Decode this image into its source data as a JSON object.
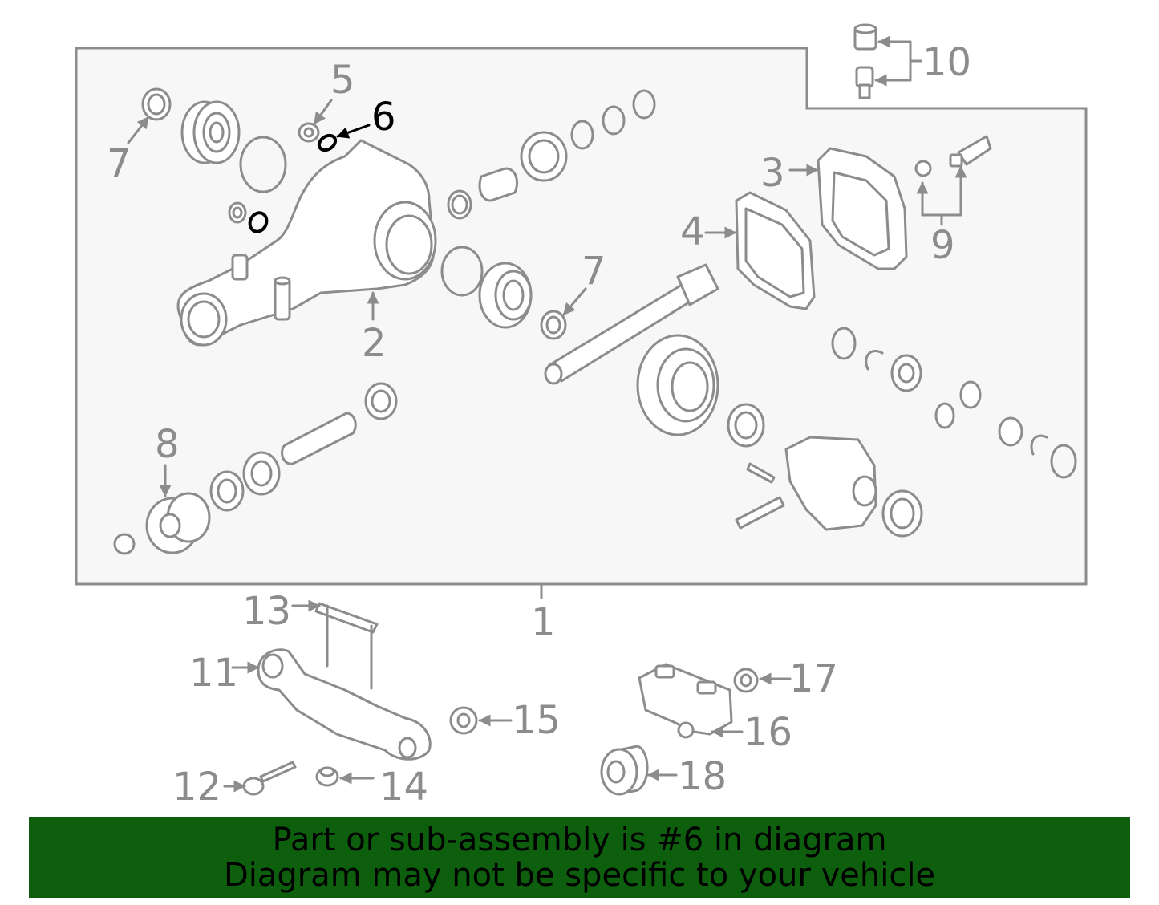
{
  "diagram": {
    "callouts": [
      {
        "id": "1",
        "label": "1"
      },
      {
        "id": "2",
        "label": "2"
      },
      {
        "id": "3",
        "label": "3"
      },
      {
        "id": "4",
        "label": "4"
      },
      {
        "id": "5",
        "label": "5"
      },
      {
        "id": "6",
        "label": "6",
        "highlighted": true
      },
      {
        "id": "7a",
        "label": "7"
      },
      {
        "id": "7b",
        "label": "7"
      },
      {
        "id": "8",
        "label": "8"
      },
      {
        "id": "9",
        "label": "9"
      },
      {
        "id": "10",
        "label": "10"
      },
      {
        "id": "11",
        "label": "11"
      },
      {
        "id": "12",
        "label": "12"
      },
      {
        "id": "13",
        "label": "13"
      },
      {
        "id": "14",
        "label": "14"
      },
      {
        "id": "15",
        "label": "15"
      },
      {
        "id": "16",
        "label": "16"
      },
      {
        "id": "17",
        "label": "17"
      },
      {
        "id": "18",
        "label": "18"
      }
    ],
    "colors": {
      "line": "#8c8c8c",
      "highlight": "#000000",
      "panel": "#f7f7f7"
    }
  },
  "banner": {
    "line1": "Part or sub-assembly is #6 in diagram",
    "line2": "Diagram may not be specific to your vehicle",
    "background": "#0d5e0d"
  }
}
